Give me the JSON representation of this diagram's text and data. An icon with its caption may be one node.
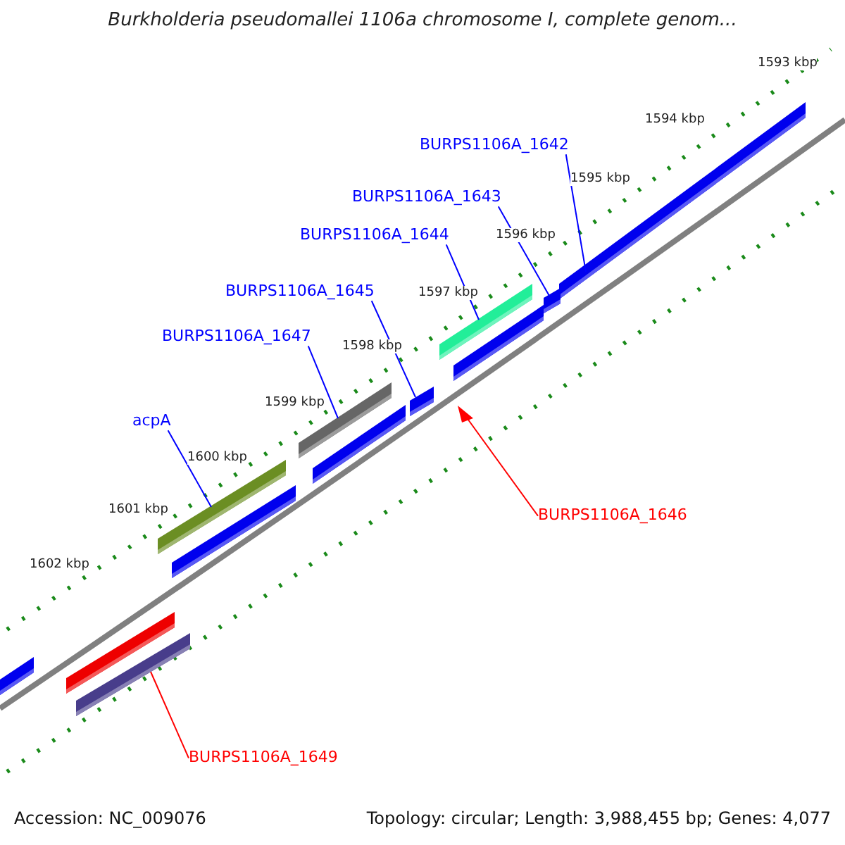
{
  "diagram": {
    "title": "Burkholderia pseudomallei 1106a chromosome I, complete genom...",
    "nodes": [
      {
        "text": [
          "BURPS1106A_1642"
        ]
      },
      {
        "text": [
          "BURPS1106A_1643"
        ]
      },
      {
        "text": [
          "BURPS1106A_1644"
        ]
      },
      {
        "text": [
          "BURPS1106A_1645"
        ]
      },
      {
        "text": [
          "BURPS1106A_1647"
        ]
      },
      {
        "text": [
          "acpA"
        ]
      },
      {
        "text": [
          "BURPS1106A_1646"
        ]
      },
      {
        "text": [
          "BURPS1106A_1649"
        ]
      },
      {
        "text": [],
        "shape": "bar"
      },
      {
        "text": [],
        "shape": "bar"
      },
      {
        "text": [],
        "shape": "bar"
      },
      {
        "text": [],
        "shape": "bar"
      },
      {
        "text": [],
        "shape": "bar"
      },
      {
        "text": [],
        "shape": "bar"
      },
      {
        "text": [],
        "shape": "triangle"
      },
      {
        "text": [],
        "shape": "bar"
      }
    ],
    "edges": [
      {
        "from": 0,
        "to": 8,
        "arrow": "none"
      },
      {
        "from": 1,
        "to": 9,
        "arrow": "none"
      },
      {
        "from": 2,
        "to": 10,
        "arrow": "none"
      },
      {
        "from": 3,
        "to": 11,
        "arrow": "none"
      },
      {
        "from": 4,
        "to": 12,
        "arrow": "none"
      },
      {
        "from": 5,
        "to": 13,
        "arrow": "none"
      },
      {
        "from": 6,
        "to": 14,
        "arrow": "none",
        "color": "#ff0000"
      },
      {
        "from": 7,
        "to": 15,
        "arrow": "none",
        "color": "#ff0000"
      }
    ],
    "labels": [
      "1593 kbp",
      "1594 kbp",
      "1595 kbp",
      "1596 kbp",
      "1597 kbp",
      "1598 kbp",
      "1599 kbp",
      "1600 kbp",
      "1601 kbp",
      "1602 kbp",
      "Accession: NC_009076",
      "Topology: circular; Length: 3,988,455 bp; Genes: 4,077"
    ]
  }
}
